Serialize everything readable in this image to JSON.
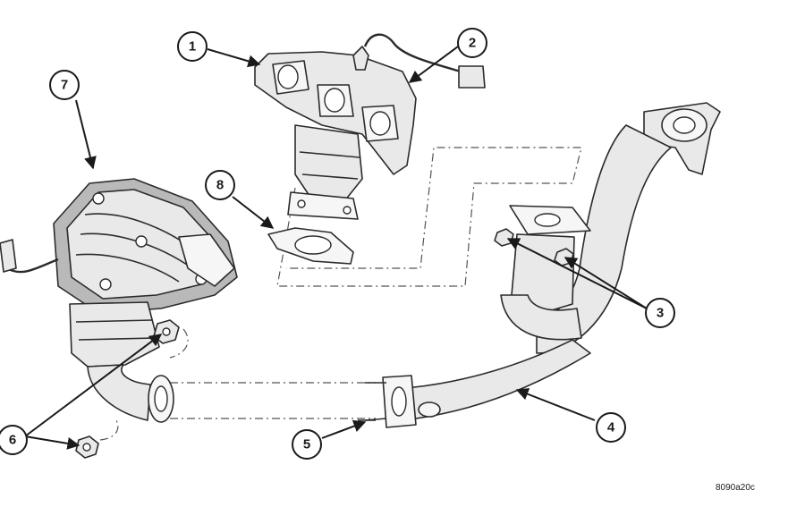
{
  "callouts": [
    {
      "id": "1",
      "label": "1"
    },
    {
      "id": "2",
      "label": "2"
    },
    {
      "id": "3",
      "label": "3"
    },
    {
      "id": "4",
      "label": "4"
    },
    {
      "id": "5",
      "label": "5"
    },
    {
      "id": "6",
      "label": "6"
    },
    {
      "id": "7",
      "label": "7"
    },
    {
      "id": "8",
      "label": "8"
    }
  ],
  "figure_code": "8090a20c"
}
